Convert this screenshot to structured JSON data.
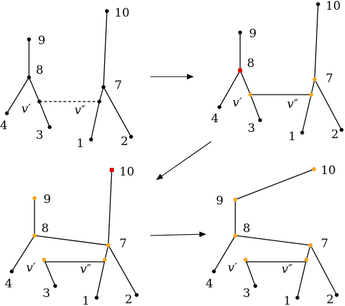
{
  "colors": {
    "default_node": "#000000",
    "updated_node": "#f5a623",
    "highlight_node": "#e00000"
  },
  "panels": [
    {
      "id": "step1",
      "nodes": [
        {
          "id": "9",
          "label": "9",
          "state": "default"
        },
        {
          "id": "8",
          "label": "8",
          "state": "default"
        },
        {
          "id": "4",
          "label": "4",
          "state": "default"
        },
        {
          "id": "3",
          "label": "3",
          "state": "default"
        },
        {
          "id": "vp",
          "label": "v′",
          "state": "default"
        },
        {
          "id": "vpp",
          "label": "v″",
          "state": "default"
        },
        {
          "id": "7",
          "label": "7",
          "state": "default"
        },
        {
          "id": "10",
          "label": "10",
          "state": "default"
        },
        {
          "id": "1",
          "label": "1",
          "state": "default"
        },
        {
          "id": "2",
          "label": "2",
          "state": "default"
        }
      ],
      "edges": [
        {
          "from": "9",
          "to": "8",
          "style": "solid"
        },
        {
          "from": "8",
          "to": "4",
          "style": "solid"
        },
        {
          "from": "8",
          "to": "vp",
          "style": "solid"
        },
        {
          "from": "vp",
          "to": "3",
          "style": "solid"
        },
        {
          "from": "10",
          "to": "7",
          "style": "solid"
        },
        {
          "from": "7",
          "to": "vpp",
          "style": "solid"
        },
        {
          "from": "7",
          "to": "2",
          "style": "solid"
        },
        {
          "from": "vpp",
          "to": "1",
          "style": "solid"
        },
        {
          "from": "vp",
          "to": "vpp",
          "style": "dashed"
        }
      ]
    },
    {
      "id": "step2",
      "nodes": [
        {
          "id": "9",
          "label": "9",
          "state": "default"
        },
        {
          "id": "8",
          "label": "8",
          "state": "highlight"
        },
        {
          "id": "4",
          "label": "4",
          "state": "default"
        },
        {
          "id": "3",
          "label": "3",
          "state": "default"
        },
        {
          "id": "vp",
          "label": "v′",
          "state": "updated"
        },
        {
          "id": "vpp",
          "label": "v″",
          "state": "updated"
        },
        {
          "id": "7",
          "label": "7",
          "state": "updated"
        },
        {
          "id": "10",
          "label": "10",
          "state": "default"
        },
        {
          "id": "1",
          "label": "1",
          "state": "default"
        },
        {
          "id": "2",
          "label": "2",
          "state": "default"
        }
      ],
      "edges": [
        {
          "from": "9",
          "to": "8",
          "style": "solid"
        },
        {
          "from": "8",
          "to": "4",
          "style": "solid"
        },
        {
          "from": "8",
          "to": "vp",
          "style": "solid"
        },
        {
          "from": "vp",
          "to": "3",
          "style": "solid"
        },
        {
          "from": "10",
          "to": "7",
          "style": "solid"
        },
        {
          "from": "7",
          "to": "vpp",
          "style": "solid"
        },
        {
          "from": "7",
          "to": "2",
          "style": "solid"
        },
        {
          "from": "vpp",
          "to": "1",
          "style": "solid"
        },
        {
          "from": "vp",
          "to": "vpp",
          "style": "solid"
        }
      ]
    },
    {
      "id": "step3",
      "nodes": [
        {
          "id": "9",
          "label": "9",
          "state": "updated"
        },
        {
          "id": "8",
          "label": "8",
          "state": "updated"
        },
        {
          "id": "4",
          "label": "4",
          "state": "default"
        },
        {
          "id": "3",
          "label": "3",
          "state": "default"
        },
        {
          "id": "vp",
          "label": "v′",
          "state": "updated"
        },
        {
          "id": "vpp",
          "label": "v″",
          "state": "updated"
        },
        {
          "id": "7",
          "label": "7",
          "state": "updated"
        },
        {
          "id": "10",
          "label": "10",
          "state": "highlight"
        },
        {
          "id": "1",
          "label": "1",
          "state": "default"
        },
        {
          "id": "2",
          "label": "2",
          "state": "default"
        }
      ],
      "edges": [
        {
          "from": "9",
          "to": "8",
          "style": "solid"
        },
        {
          "from": "8",
          "to": "4",
          "style": "solid"
        },
        {
          "from": "8",
          "to": "7",
          "style": "solid"
        },
        {
          "from": "vp",
          "to": "3",
          "style": "solid"
        },
        {
          "from": "10",
          "to": "7",
          "style": "solid"
        },
        {
          "from": "7",
          "to": "vpp",
          "style": "solid"
        },
        {
          "from": "7",
          "to": "2",
          "style": "solid"
        },
        {
          "from": "vpp",
          "to": "1",
          "style": "solid"
        },
        {
          "from": "vp",
          "to": "vpp",
          "style": "solid"
        }
      ]
    },
    {
      "id": "step4",
      "nodes": [
        {
          "id": "10",
          "label": "10",
          "state": "updated"
        },
        {
          "id": "9",
          "label": "9",
          "state": "updated"
        },
        {
          "id": "8",
          "label": "8",
          "state": "updated"
        },
        {
          "id": "4",
          "label": "4",
          "state": "default"
        },
        {
          "id": "3",
          "label": "3",
          "state": "default"
        },
        {
          "id": "vp",
          "label": "v′",
          "state": "updated"
        },
        {
          "id": "vpp",
          "label": "v″",
          "state": "updated"
        },
        {
          "id": "7",
          "label": "7",
          "state": "updated"
        },
        {
          "id": "1",
          "label": "1",
          "state": "default"
        },
        {
          "id": "2",
          "label": "2",
          "state": "default"
        }
      ],
      "edges": [
        {
          "from": "10",
          "to": "9",
          "style": "solid"
        },
        {
          "from": "9",
          "to": "8",
          "style": "solid"
        },
        {
          "from": "8",
          "to": "4",
          "style": "solid"
        },
        {
          "from": "8",
          "to": "7",
          "style": "solid"
        },
        {
          "from": "vp",
          "to": "3",
          "style": "solid"
        },
        {
          "from": "7",
          "to": "vpp",
          "style": "solid"
        },
        {
          "from": "7",
          "to": "2",
          "style": "solid"
        },
        {
          "from": "vpp",
          "to": "1",
          "style": "solid"
        },
        {
          "from": "vp",
          "to": "vpp",
          "style": "solid"
        }
      ]
    }
  ],
  "arrows": [
    {
      "from": "step1",
      "to": "step2"
    },
    {
      "from": "step2",
      "to": "step3"
    },
    {
      "from": "step3",
      "to": "step4"
    }
  ]
}
